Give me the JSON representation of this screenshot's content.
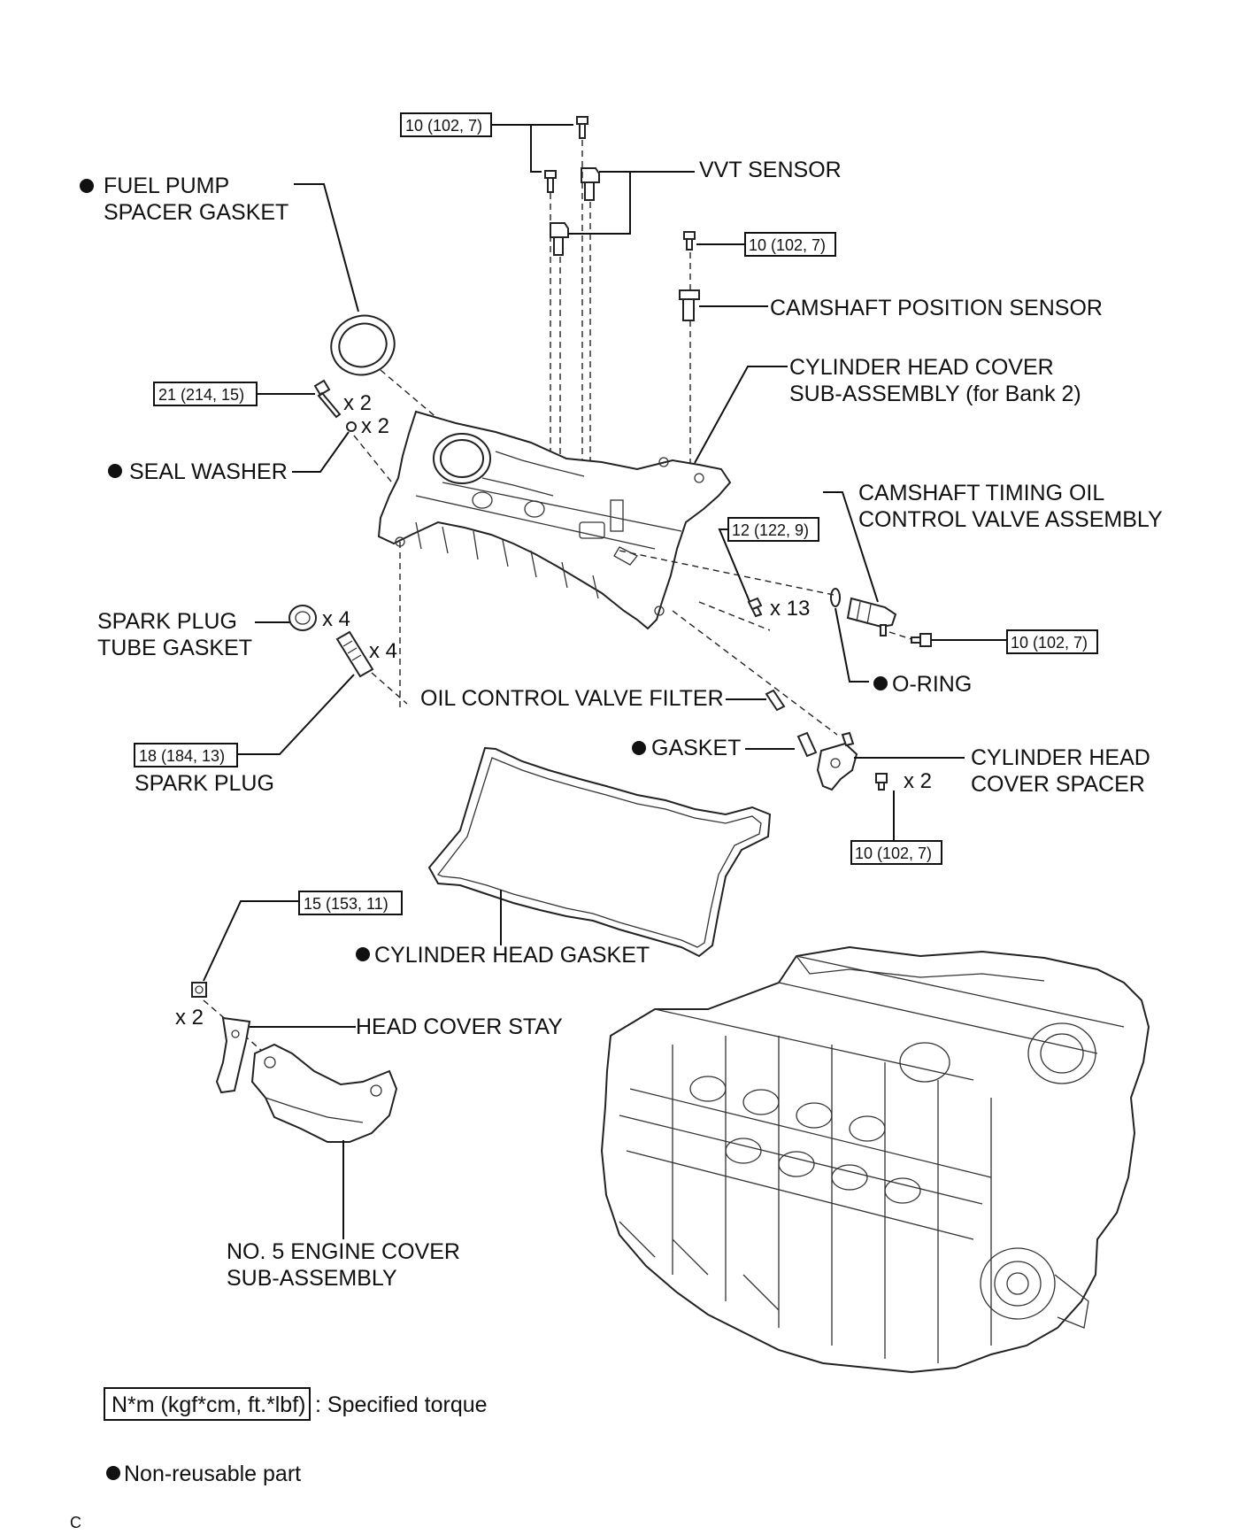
{
  "labels": {
    "vvt_sensor": "VVT SENSOR",
    "fuel_pump_spacer_gasket_1": "FUEL PUMP",
    "fuel_pump_spacer_gasket_2": "SPACER GASKET",
    "camshaft_position_sensor": "CAMSHAFT POSITION SENSOR",
    "cylinder_head_cover_1": "CYLINDER HEAD COVER",
    "cylinder_head_cover_2": "SUB-ASSEMBLY (for Bank 2)",
    "seal_washer": "SEAL WASHER",
    "camshaft_timing_1": "CAMSHAFT TIMING OIL",
    "camshaft_timing_2": "CONTROL VALVE ASSEMBLY",
    "spark_plug_tube_gasket_1": "SPARK PLUG",
    "spark_plug_tube_gasket_2": "TUBE GASKET",
    "o_ring": "O-RING",
    "oil_control_valve_filter": "OIL CONTROL VALVE FILTER",
    "gasket": "GASKET",
    "cylinder_head_cover_spacer_1": "CYLINDER HEAD",
    "cylinder_head_cover_spacer_2": "COVER SPACER",
    "spark_plug": "SPARK PLUG",
    "cylinder_head_gasket": "CYLINDER HEAD GASKET",
    "head_cover_stay": "HEAD COVER STAY",
    "no5_engine_cover_1": "NO. 5 ENGINE COVER",
    "no5_engine_cover_2": "SUB-ASSEMBLY"
  },
  "torques": {
    "vvt_bolt": "10 (102, 7)",
    "cam_pos_bolt": "10 (102, 7)",
    "seal_bolt": "21 (214, 15)",
    "head_cover_bolt": "12 (122, 9)",
    "ocv_bolt": "10 (102, 7)",
    "spark_plug": "18 (184, 13)",
    "spacer_bolt": "10 (102, 7)",
    "stay_nut": "15 (153, 11)"
  },
  "multipliers": {
    "seal_bolt": "x 2",
    "seal_washer": "x 2",
    "tube_gasket": "x 4",
    "spark_plug": "x 4",
    "head_cover_bolt": "x 13",
    "spacer_bolt": "x 2",
    "stay_nut": "x 2"
  },
  "legend": {
    "torque_unit": "N*m (kgf*cm, ft.*lbf)",
    "torque_desc": ": Specified torque",
    "non_reusable": "Non-reusable part"
  },
  "footer": {
    "code": "C"
  }
}
